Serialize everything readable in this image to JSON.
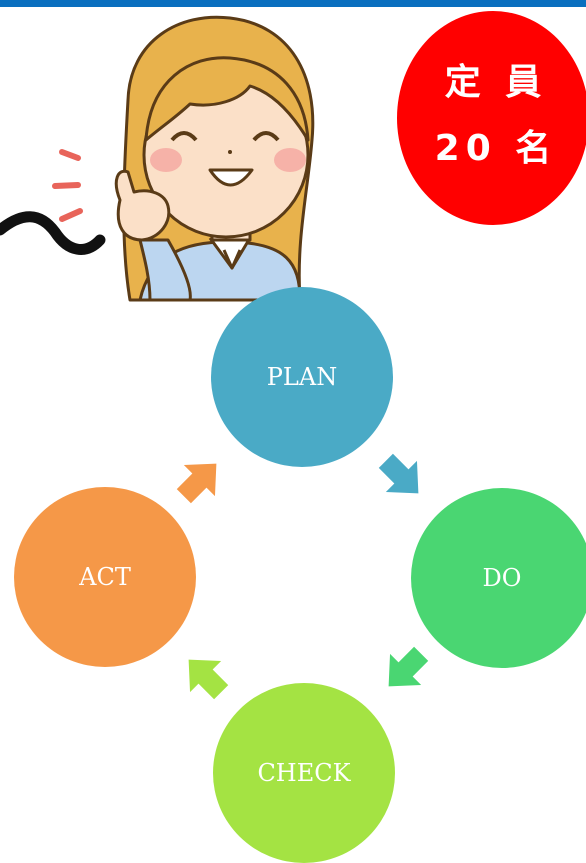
{
  "colors": {
    "topbar": "#0a6fbf",
    "badge": "#ff0000",
    "plan": "#4aaac6",
    "do": "#4ad672",
    "check": "#a4e343",
    "act": "#f59848"
  },
  "badge": {
    "line1": "定 員",
    "line2": "20 名"
  },
  "cycle": {
    "nodes": [
      {
        "key": "plan",
        "label": "PLAN"
      },
      {
        "key": "do",
        "label": "DO"
      },
      {
        "key": "check",
        "label": "CHECK"
      },
      {
        "key": "act",
        "label": "ACT"
      }
    ],
    "arrows": [
      {
        "from": "PLAN",
        "to": "DO"
      },
      {
        "from": "DO",
        "to": "CHECK"
      },
      {
        "from": "CHECK",
        "to": "ACT"
      },
      {
        "from": "ACT",
        "to": "PLAN"
      }
    ]
  },
  "illustration": {
    "subject": "woman-thumbs-up",
    "decoration": "tilde-stroke"
  }
}
